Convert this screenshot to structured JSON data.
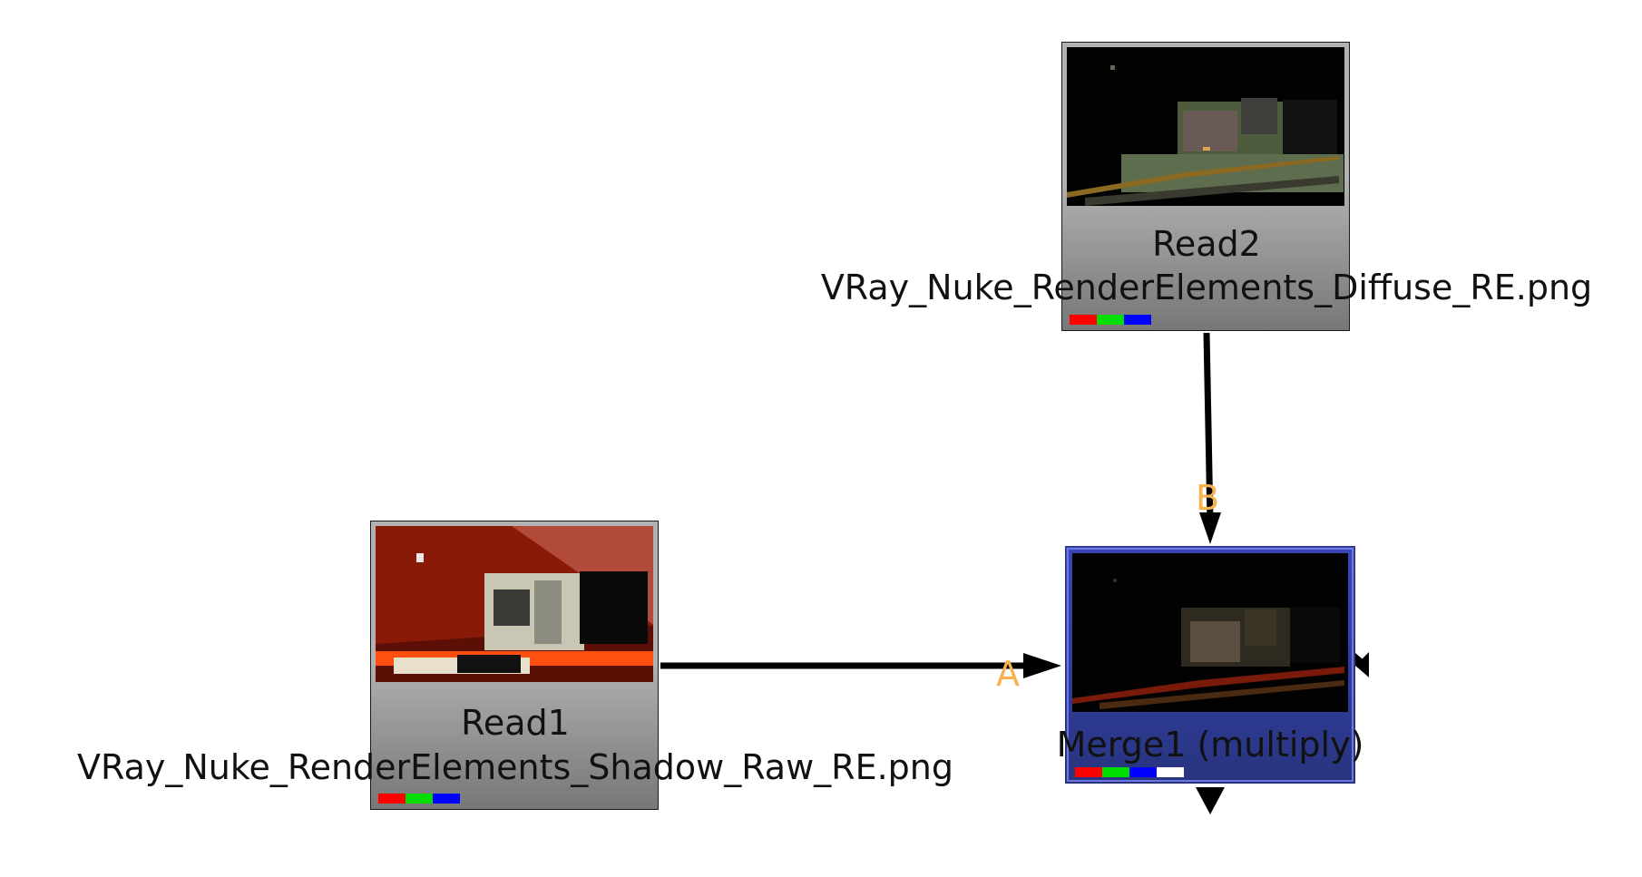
{
  "graph": {
    "nodes": [
      {
        "id": "read2",
        "name": "Read2",
        "file": "VRay_Nuke_RenderElements_Diffuse_RE.png",
        "type": "read",
        "channels": [
          "#ff0000",
          "#00dd00",
          "#0000ff"
        ]
      },
      {
        "id": "read1",
        "name": "Read1",
        "file": "VRay_Nuke_RenderElements_Shadow_Raw_RE.png",
        "type": "read",
        "channels": [
          "#ff0000",
          "#00dd00",
          "#0000ff"
        ]
      },
      {
        "id": "merge1",
        "name": "Merge1 (multiply)",
        "type": "merge",
        "channels": [
          "#ff0000",
          "#00dd00",
          "#0000ff",
          "#ffffff"
        ]
      }
    ],
    "input_labels": {
      "a": "A",
      "b": "B"
    },
    "colors": {
      "input_label": "#f6b24f",
      "pipe": "#000000",
      "merge_fill": "#2e3b98",
      "read_fill": "#9a9a9a"
    }
  }
}
